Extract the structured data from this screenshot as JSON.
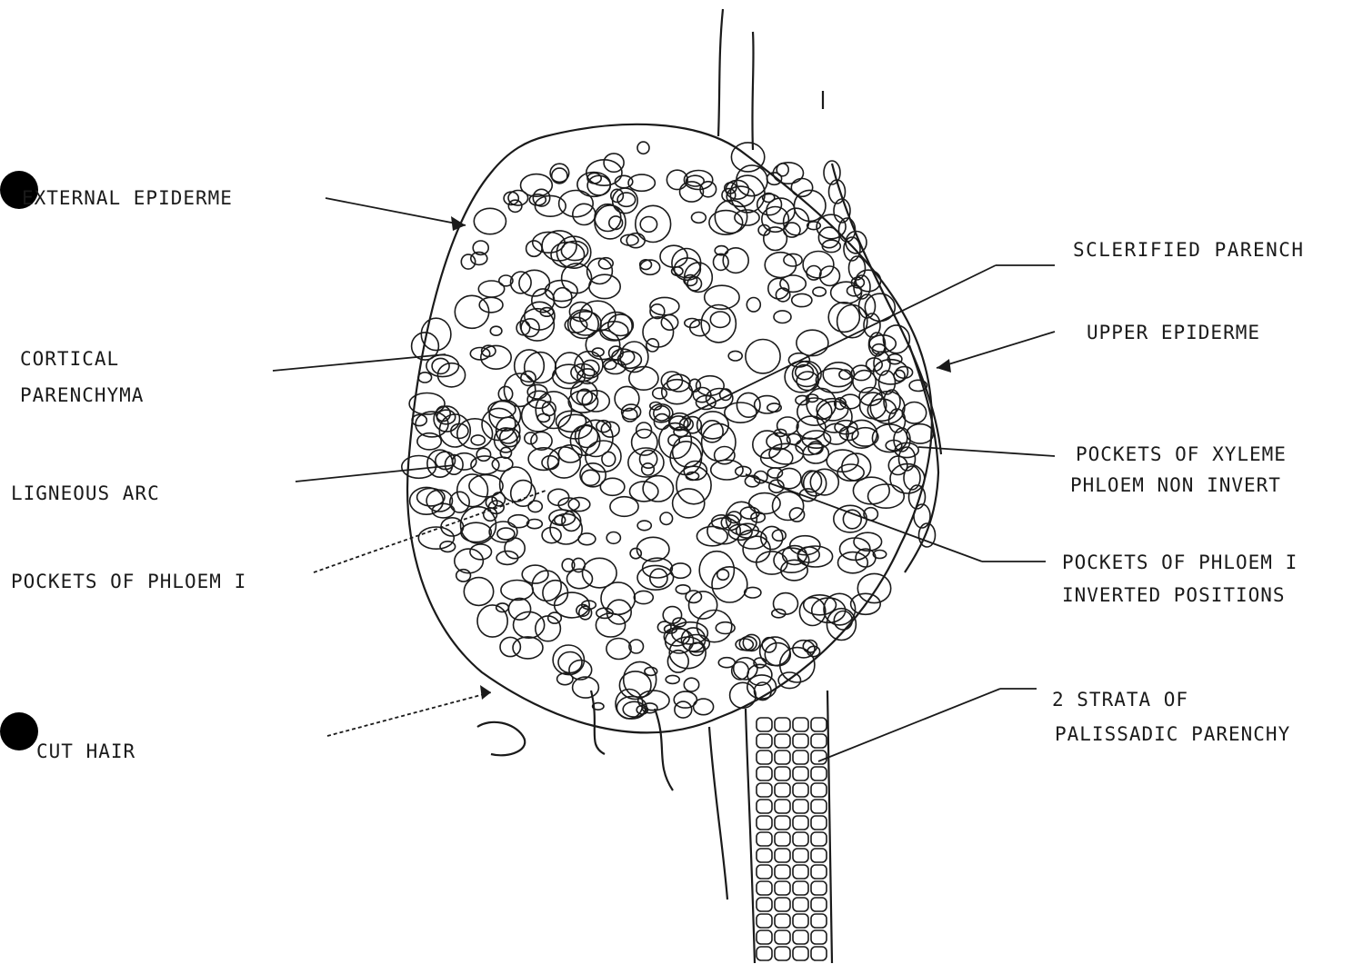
{
  "labels": {
    "external_epiderme": "EXTERNAL EPIDERME",
    "cortical": "CORTICAL",
    "parenchyma": "PARENCHYMA",
    "ligneous_arc": "LIGNEOUS ARC",
    "pockets_phloem_left": "POCKETS OF PHLOEM I",
    "cut_hair": "CUT HAIR",
    "sclerified": "SCLERIFIED PARENCH",
    "upper_epiderme": "UPPER EPIDERME",
    "pockets_xyleme_1": "POCKETS OF XYLEME",
    "pockets_xyleme_2": "PHLOEM NON INVERT",
    "pockets_phloem_right_1": "POCKETS OF PHLOEM I",
    "pockets_phloem_right_2": "INVERTED POSITIONS",
    "strata_1": "2 STRATA OF",
    "strata_2": "PALISSADIC PARENCHY"
  },
  "colors": {
    "ink": "#1a1a1a",
    "paper": "#ffffff"
  }
}
